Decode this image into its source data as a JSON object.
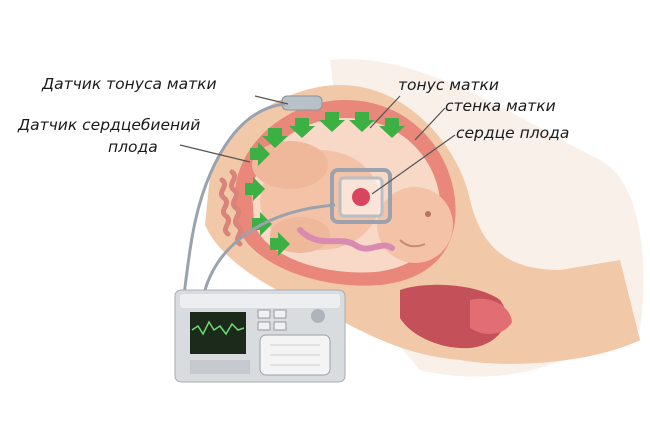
{
  "labels": {
    "uterine_tone_sensor": "Датчик тонуса матки",
    "fetal_heart_sensor_line1": "Датчик сердцебиений",
    "fetal_heart_sensor_line2": "плода",
    "uterine_tone": "тонус матки",
    "uterine_wall": "стенка матки",
    "fetal_heart": "сердце плода"
  },
  "colors": {
    "skin": "#f2c9a8",
    "uterus_wall": "#e8877a",
    "fetus": "#f4c2a6",
    "arrow": "#3cb043",
    "monitor": "#d9dcdf",
    "screen": "#1c2a1c",
    "trace": "#6fdc6f",
    "cable": "#9aa3ad"
  }
}
